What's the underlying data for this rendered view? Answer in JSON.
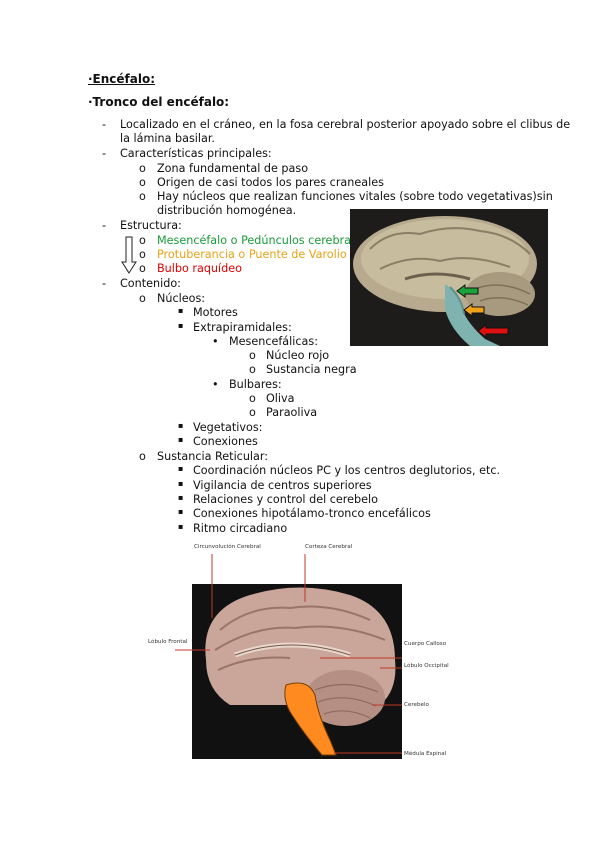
{
  "heading": "·Encéfalo:",
  "subheading": "·Tronco del encéfalo:",
  "loc_line1": "Localizado en el cráneo, en la fosa cerebral posterior apoyado sobre el clibus de",
  "loc_line2": "la lámina basilar.",
  "caract_title": "Características principales:",
  "caract_items": [
    "Zona fundamental de paso",
    "Origen de casi todos los pares craneales",
    "Hay núcleos que realizan funciones vitales (sobre todo vegetativas)sin",
    "distribución homogénea."
  ],
  "estructura_title": "Estructura:",
  "estructura_items": [
    "Mesencéfalo o Pedúnculos cerebrales",
    "Protuberancia o Puente de Varolio",
    "Bulbo raquídeo"
  ],
  "contenido_title": "Contenido:",
  "nucleos_title": "Núcleos:",
  "nucleos_items": [
    "Motores",
    "Extrapiramidales:"
  ],
  "mesencefalicas_title": "Mesencefálicas:",
  "mesencefalicas_items": [
    "Núcleo rojo",
    "Sustancia negra"
  ],
  "bulbares_title": "Bulbares:",
  "bulbares_items": [
    "Oliva",
    "Paraoliva"
  ],
  "nucleos_items2": [
    "Vegetativos:",
    "Conexiones"
  ],
  "reticular_title": "Sustancia Reticular:",
  "reticular_items": [
    "Coordinación núcleos PC y los centros deglutorios, etc.",
    "Vigilancia de centros superiores",
    "Relaciones y control del cerebelo",
    "Conexiones hipotálamo-tronco encefálicos",
    "Ritmo circadiano"
  ],
  "diagram_labels": {
    "circ": "Circunvolución Cerebral",
    "corteza": "Corteza Cerebral",
    "lobulo_frontal": "Lóbulo Frontal",
    "cuerpo_calloso": "Cuerpo Calloso",
    "lobulo_occipital": "Lóbulo Occipital",
    "cerebelo": "Cerebelo",
    "medula": "Médula Espinal"
  },
  "colors": {
    "green": "#1a9a3a",
    "orange": "#e8a317",
    "red": "#e00000",
    "highlight": "#ff8a1f"
  }
}
